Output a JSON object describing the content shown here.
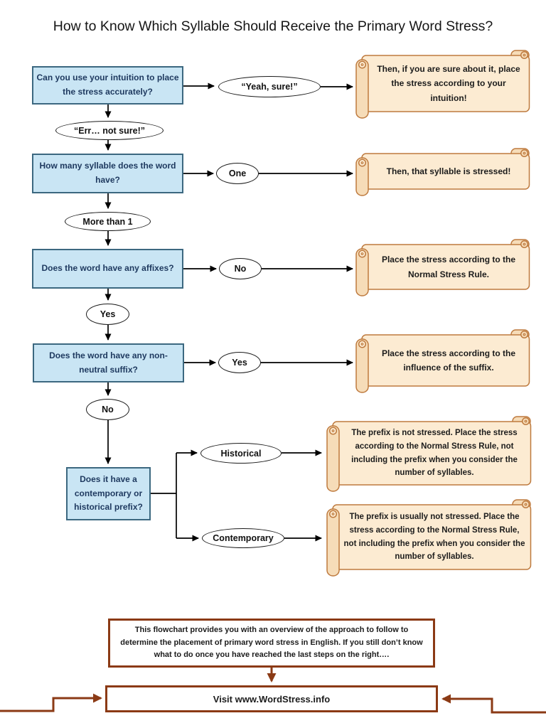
{
  "title": "How to Know Which Syllable Should Receive the Primary Word Stress?",
  "questions": [
    {
      "text": "Can you use your intuition to place the stress accurately?"
    },
    {
      "text": "How many syllable does the word have?"
    },
    {
      "text": "Does the word have any affixes?"
    },
    {
      "text": "Does the word have any non-neutral suffix?"
    },
    {
      "text": "Does it have a contemporary or historical prefix?"
    }
  ],
  "answers": [
    {
      "text": "“Yeah, sure!”"
    },
    {
      "text": "“Err… not sure!”"
    },
    {
      "text": "One"
    },
    {
      "text": "More than 1"
    },
    {
      "text": "No"
    },
    {
      "text": "Yes"
    },
    {
      "text": "Yes"
    },
    {
      "text": "No"
    },
    {
      "text": "Historical"
    },
    {
      "text": "Contemporary"
    }
  ],
  "outcomes": [
    {
      "text": "Then, if you are sure about it, place the stress according to your intuition!"
    },
    {
      "text": "Then, that syllable is stressed!"
    },
    {
      "text": "Place the stress according to the Normal Stress Rule."
    },
    {
      "text": "Place the stress according to the influence of the suffix."
    },
    {
      "text": "The prefix is not stressed. Place the stress according to the Normal Stress Rule, not including the prefix when you consider the number of syllables."
    },
    {
      "text": "The prefix is usually not stressed. Place the stress according to the Normal Stress Rule, not including the prefix when you consider the number of syllables."
    }
  ],
  "footer": {
    "summary": "This flowchart provides you with an overview of the approach to follow to determine the placement of primary word stress in English. If you still don’t know what to do once you have reached the last steps on the right….",
    "link_label": "Visit www.WordStress.info"
  },
  "colors": {
    "question_fill": "#C9E5F4",
    "question_border": "#3C6880",
    "question_text": "#1F3A60",
    "scroll_fill": "#FCEBD2",
    "scroll_border": "#BE7A3E",
    "scroll_roll": "#F6DCB8",
    "footer_border": "#8B3A15",
    "connector": "#000000"
  }
}
